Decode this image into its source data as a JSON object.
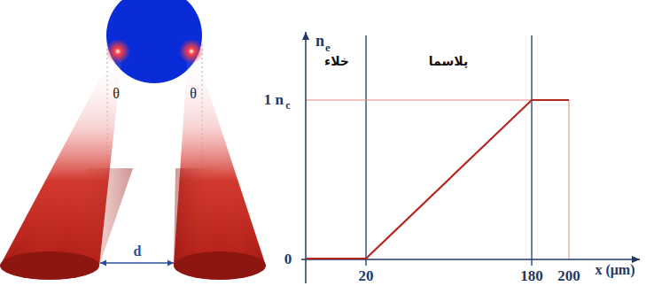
{
  "diagram": {
    "labels": [
      "θ",
      "θ",
      "d",
      "n",
      "e",
      "خلاء",
      "پلاسما",
      "1 n",
      "c",
      "0",
      "20",
      "180",
      "200",
      "x (μm)"
    ]
  }
}
